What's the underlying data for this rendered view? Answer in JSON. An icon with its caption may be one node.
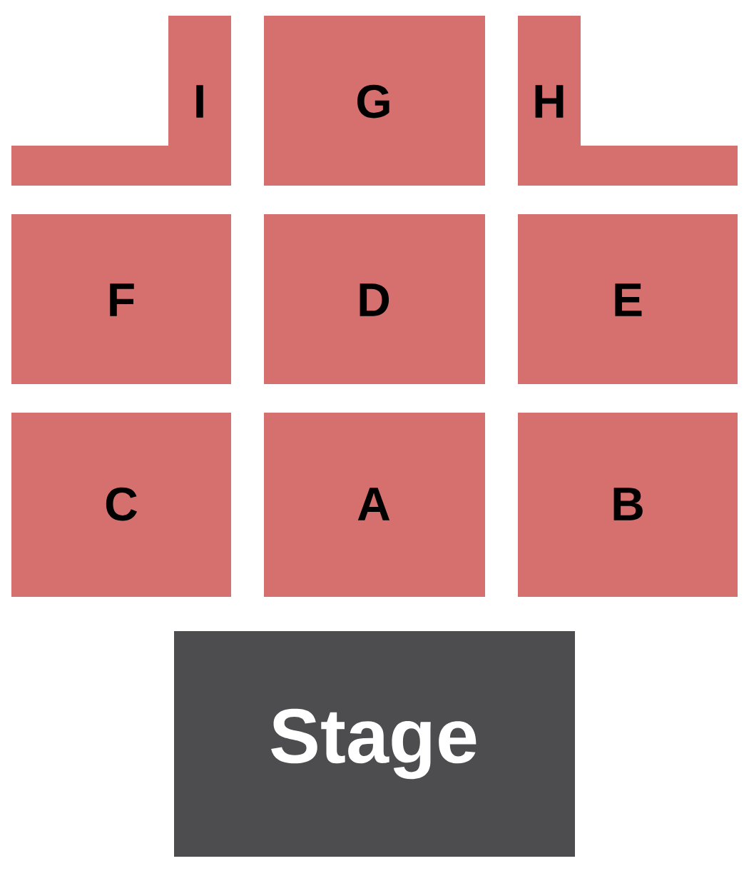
{
  "diagram": {
    "nodes": [
      {
        "text": [
          "I"
        ]
      },
      {
        "text": [
          "G"
        ]
      },
      {
        "text": [
          "H"
        ]
      },
      {
        "text": [
          "F"
        ]
      },
      {
        "text": [
          "D"
        ]
      },
      {
        "text": [
          "E"
        ]
      },
      {
        "text": [
          "C"
        ]
      },
      {
        "text": [
          "A"
        ]
      },
      {
        "text": [
          "B"
        ]
      },
      {
        "text": [
          "Stage"
        ]
      }
    ]
  }
}
